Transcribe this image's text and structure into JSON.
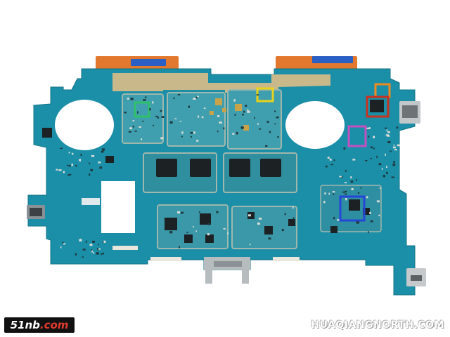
{
  "scene": {
    "subject": "motherboard",
    "board_color": "#1b8fa8",
    "board_dark": "#137384",
    "trace_color": "#2aa6bd",
    "shield_color": "#9fb7ad",
    "ribbon_color": "#e2782d",
    "connector_blue": "#2a5fc4",
    "background": "#ffffff"
  },
  "highlights": [
    {
      "name": "green-box",
      "color": "#2fc06a"
    },
    {
      "name": "yellow-box",
      "color": "#e8d21c"
    },
    {
      "name": "orange-box",
      "color": "#f08a1e"
    },
    {
      "name": "red-box",
      "color": "#c8321e"
    },
    {
      "name": "magenta-box",
      "color": "#c54fc1"
    },
    {
      "name": "blue-box",
      "color": "#2546d6"
    }
  ],
  "watermarks": {
    "left": {
      "prefix": "51nb",
      "suffix": ".com"
    },
    "right": "HUAQIANGNORTH.COM"
  }
}
